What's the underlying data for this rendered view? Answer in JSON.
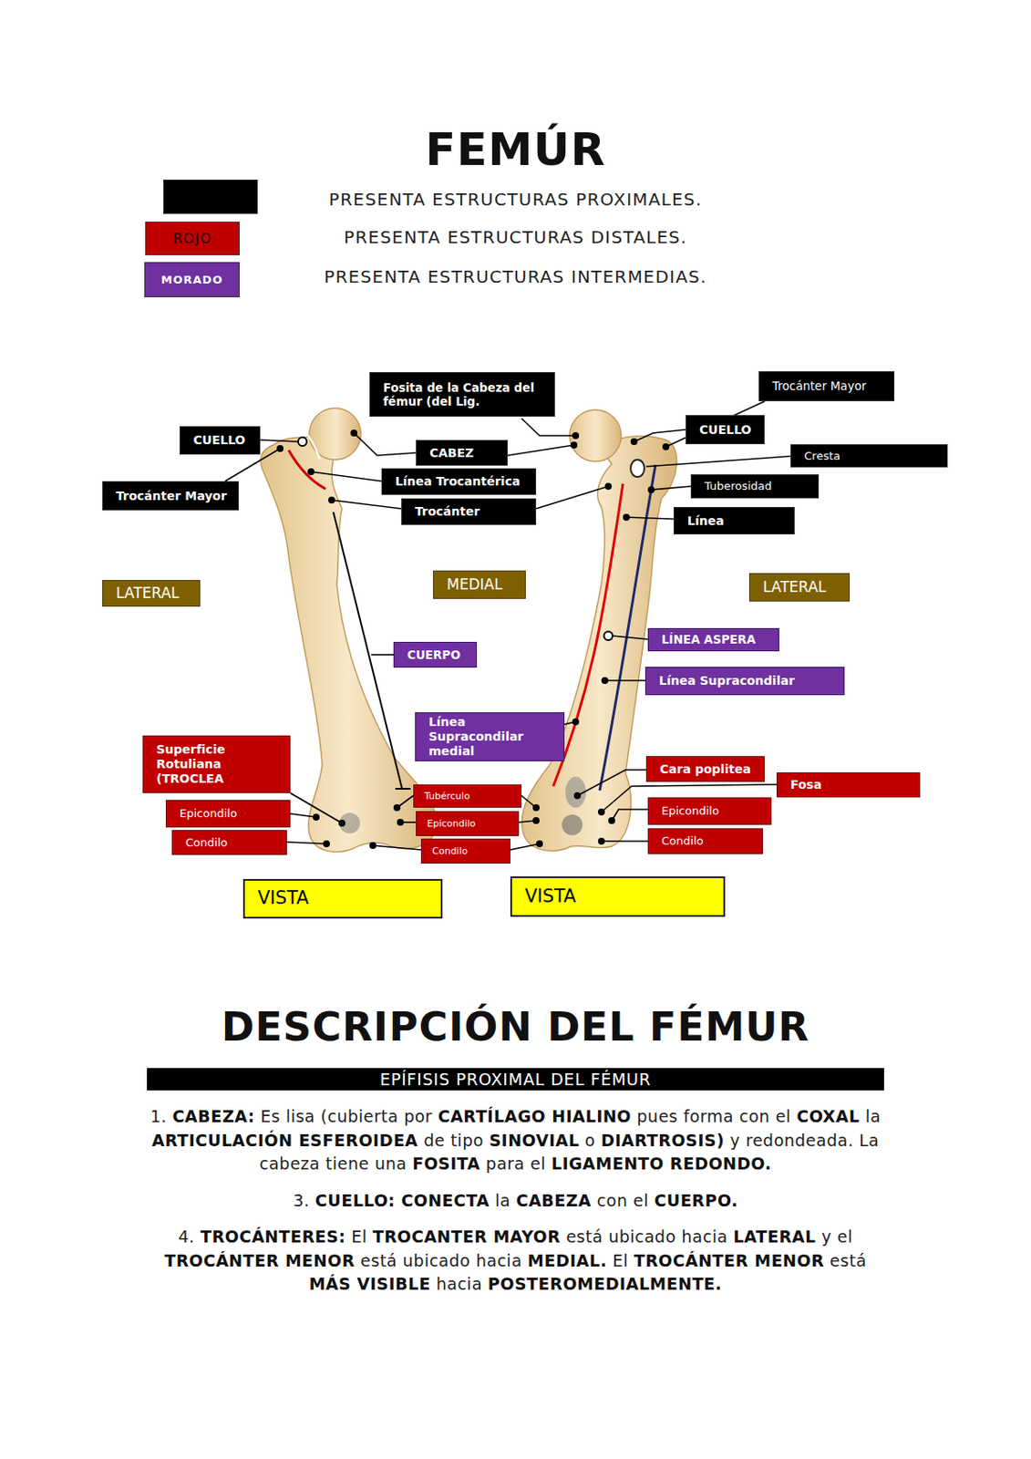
{
  "diagram": {
    "title": "FEMÚR",
    "nodes": [
      {
        "text": [
          "Fosita de la Cabeza del fémur (del Lig."
        ]
      },
      {
        "text": [
          "Trocánter Mayor"
        ]
      },
      {
        "text": [
          "CUELLO"
        ]
      },
      {
        "text": [
          "CUELLO"
        ]
      },
      {
        "text": [
          "CABEZ"
        ]
      },
      {
        "text": [
          "Cresta"
        ]
      },
      {
        "text": [
          "Línea Trocantérica"
        ]
      },
      {
        "text": [
          "Tuberosidad"
        ]
      },
      {
        "text": [
          "Trocánter Mayor"
        ]
      },
      {
        "text": [
          "Trocánter"
        ]
      },
      {
        "text": [
          "Línea"
        ]
      },
      {
        "text": [
          "LATERAL"
        ]
      },
      {
        "text": [
          "MEDIAL"
        ]
      },
      {
        "text": [
          "LATERAL"
        ]
      },
      {
        "text": [
          "LÍNEA ASPERA"
        ]
      },
      {
        "text": [
          "CUERPO"
        ]
      },
      {
        "text": [
          "Línea Supracondilar"
        ]
      },
      {
        "text": [
          "Línea Supracondilar medial"
        ]
      },
      {
        "text": [
          "Superficie Rotuliana (TROCLEA"
        ]
      },
      {
        "text": [
          "Cara poplitea"
        ]
      },
      {
        "text": [
          "Fosa"
        ]
      },
      {
        "text": [
          "Tubérculo"
        ]
      },
      {
        "text": [
          "Epicondilo"
        ]
      },
      {
        "text": [
          "Epicondilo"
        ]
      },
      {
        "text": [
          "Epicondilo"
        ]
      },
      {
        "text": [
          "Condilo"
        ]
      },
      {
        "text": [
          "Condilo"
        ]
      },
      {
        "text": [
          "Condilo"
        ]
      },
      {
        "text": [
          "VISTA"
        ]
      },
      {
        "text": [
          "VISTA"
        ]
      },
      {
        "text": [
          "EPÍFISIS PROXIMAL DEL FÉMUR"
        ]
      }
    ],
    "labels": [
      "ROJO",
      "MORADO",
      "DESCRIPCIÓN DEL FÉMUR",
      "1.",
      "CABEZA:",
      "Es lisa (cubierta por",
      "CARTÍLAGO HIALINO",
      "pues forma con el",
      "COXAL",
      "la",
      "ARTICULACIÓN ESFEROIDEA",
      "de tipo",
      "SINOVIAL",
      "o",
      "DIARTROSIS)",
      "y redondeada. La cabeza tiene una",
      "FOSITA",
      "para el",
      "LIGAMENTO REDONDO.",
      "3.",
      "CUELLO: CONECTA",
      "la",
      "CABEZA",
      "con el",
      "CUERPO.",
      "4.",
      "TROCÁNTERES:",
      "El",
      "TROCANTER MAYOR",
      "está ubicado hacia",
      "LATERAL",
      "y el",
      "TROCÁNTER MENOR",
      "está ubicado hacia",
      "MEDIAL.",
      "El",
      "TROCÁNTER MENOR",
      "está",
      "MÁS VISIBLE",
      "hacia",
      "POSTEROMEDIALMENTE."
    ],
    "legend": [
      {
        "text": "PRESENTA ESTRUCTURAS PROXIMALES.",
        "color": "#000000"
      },
      {
        "text": "PRESENTA ESTRUCTURAS DISTALES.",
        "color": "#c00000"
      },
      {
        "text": "PRESENTA ESTRUCTURAS INTERMEDIAS.",
        "color": "#7030a0"
      }
    ]
  }
}
